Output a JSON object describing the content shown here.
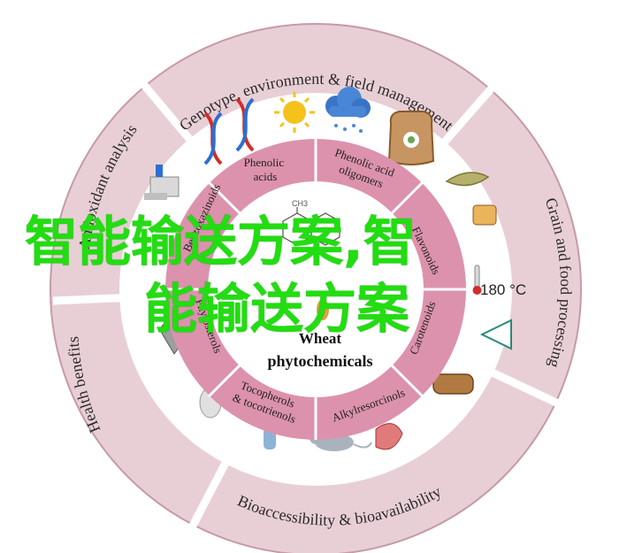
{
  "diagram": {
    "outer_ring": [
      {
        "label": "Genotype, environment & field management"
      },
      {
        "label": "Grain and food processing"
      },
      {
        "label": "Bioaccessibility & bioavailability"
      },
      {
        "label": "Health benefits"
      },
      {
        "label": "Antioxidant analysis"
      }
    ],
    "inner_ring": [
      {
        "label_lines": [
          "Phenolic",
          "acids"
        ]
      },
      {
        "label_lines": [
          "Phenolic acid",
          "oligomers"
        ]
      },
      {
        "label_lines": [
          "Flavonoids"
        ]
      },
      {
        "label_lines": [
          "Carotenoids"
        ]
      },
      {
        "label_lines": [
          "Alkylresorcinols"
        ]
      },
      {
        "label_lines": [
          "Tocopherols",
          "& tocotrienols"
        ]
      },
      {
        "label_lines": [
          "Phytosterols"
        ]
      },
      {
        "label_lines": [
          "Benzoxazinoids"
        ]
      }
    ],
    "center": {
      "title_line1": "Wheat",
      "title_line2": "phytochemicals",
      "methyl_label": "CH3"
    },
    "temperature_label": "180 °C",
    "colors": {
      "outer_ring": "#e8cfd6",
      "outer_border": "#c79aa8",
      "inner_ring": "#dc92ac",
      "inner_border": "#ffffff",
      "middle_band": "#ffffff",
      "watermark": "#22dd11"
    }
  },
  "watermark": {
    "line1": "智能输送方案,智",
    "line2": "能输送方案"
  }
}
